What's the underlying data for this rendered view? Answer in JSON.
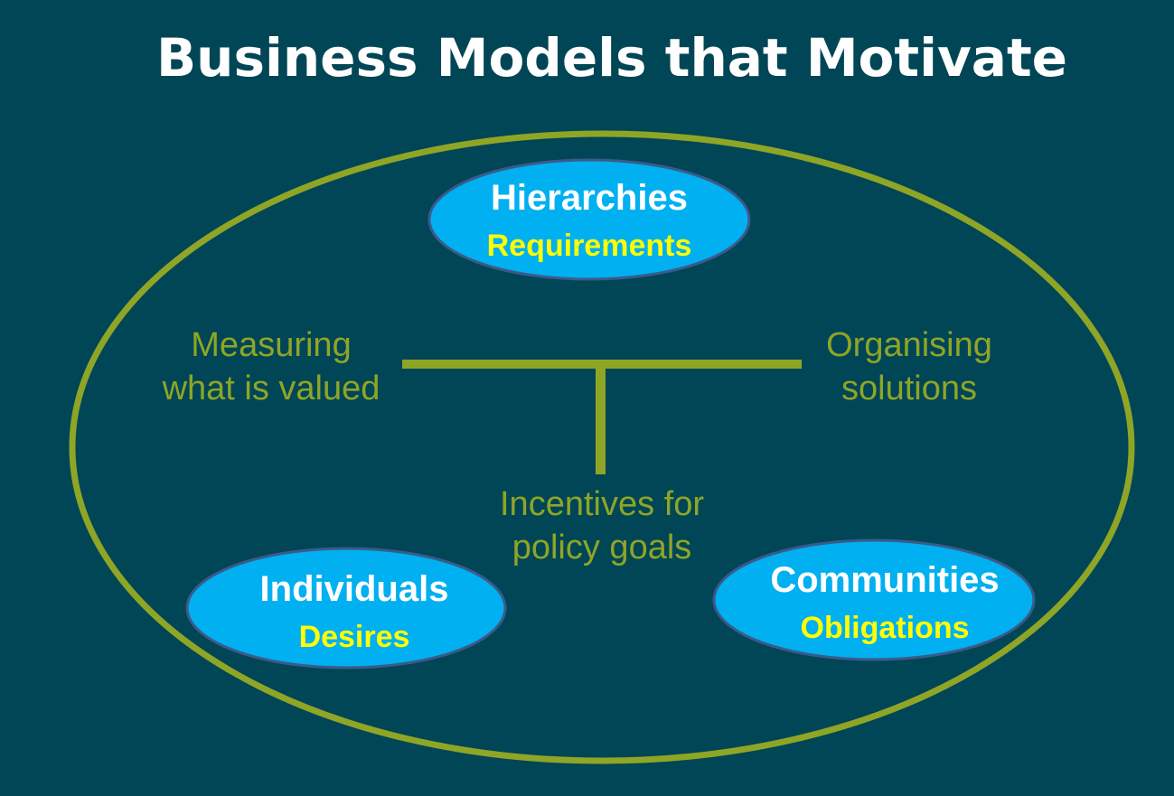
{
  "title": "Business Models that Motivate",
  "colors": {
    "background": "#004656",
    "olive": "#8fa526",
    "node_fill": "#00b0f0",
    "node_border": "#3a5a8a",
    "heading": "#ffffff",
    "subheading": "#ffff00"
  },
  "nodes": [
    {
      "heading": "Hierarchies",
      "sub": "Requirements"
    },
    {
      "heading": "Individuals",
      "sub": "Desires"
    },
    {
      "heading": "Communities",
      "sub": "Obligations"
    }
  ],
  "labels": {
    "left": [
      "Measuring",
      "what is valued"
    ],
    "right": [
      "Organising",
      "solutions"
    ],
    "bottom": [
      "Incentives for",
      "policy goals"
    ]
  }
}
